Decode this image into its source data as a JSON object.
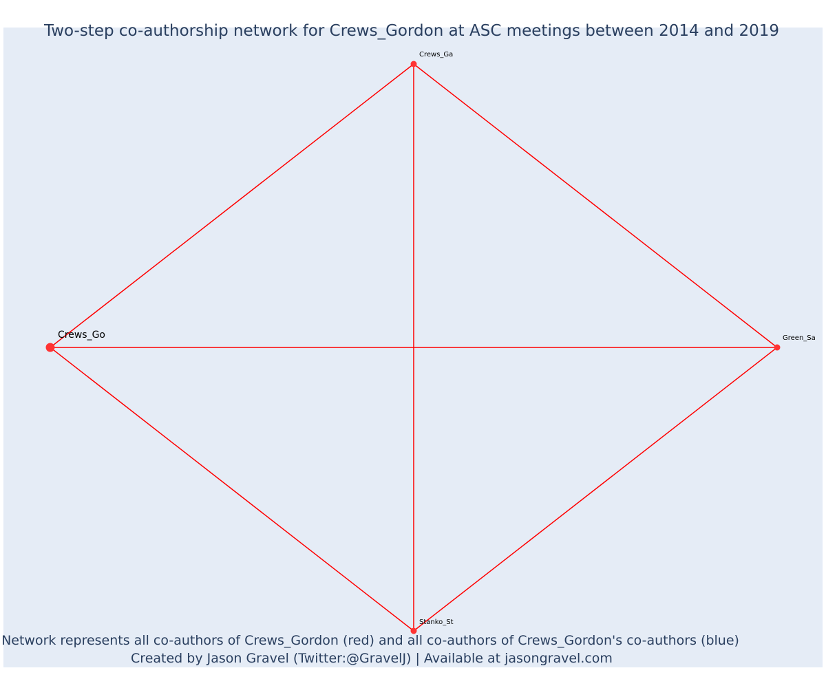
{
  "title": "Two-step co-authorship network for Crews_Gordon at ASC meetings between 2014 and 2019",
  "caption": {
    "line1": "Network represents all co-authors of Crews_Gordon (red) and all co-authors of Crews_Gordon's co-authors (blue)",
    "line2": "Created by Jason Gravel (Twitter:@GravelJ) | Available at jasongravel.com"
  },
  "colors": {
    "background": "#e5ecf6",
    "edge": "#ff0000",
    "node": "#ff3333",
    "text": "#2a3f5f"
  },
  "network": {
    "focal_node": "Crews_Go",
    "nodes": [
      {
        "id": "Crews_Go",
        "label": "Crews_Go",
        "focal": true
      },
      {
        "id": "Crews_Ga",
        "label": "Crews_Ga",
        "focal": false
      },
      {
        "id": "Green_Sa",
        "label": "Green_Sa",
        "focal": false
      },
      {
        "id": "Stanko_St",
        "label": "Stanko_St",
        "focal": false
      }
    ],
    "edges": [
      [
        "Crews_Go",
        "Crews_Ga"
      ],
      [
        "Crews_Go",
        "Green_Sa"
      ],
      [
        "Crews_Go",
        "Stanko_St"
      ],
      [
        "Crews_Ga",
        "Green_Sa"
      ],
      [
        "Crews_Ga",
        "Stanko_St"
      ],
      [
        "Green_Sa",
        "Stanko_St"
      ]
    ]
  }
}
